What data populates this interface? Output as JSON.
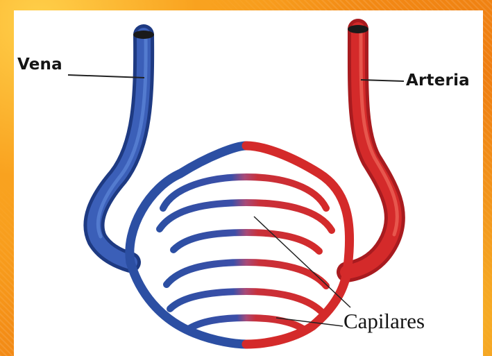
{
  "labels": {
    "vena": "Vena",
    "arteria": "Arteria",
    "capilares": "Capilares"
  },
  "colors": {
    "vein": "#2c4fa3",
    "vein_dark": "#1e3a82",
    "artery": "#d42a2a",
    "artery_dark": "#a81b1f",
    "vessel_end": "#1a1a1a",
    "leader_line": "#222222",
    "border": "#f39418"
  }
}
